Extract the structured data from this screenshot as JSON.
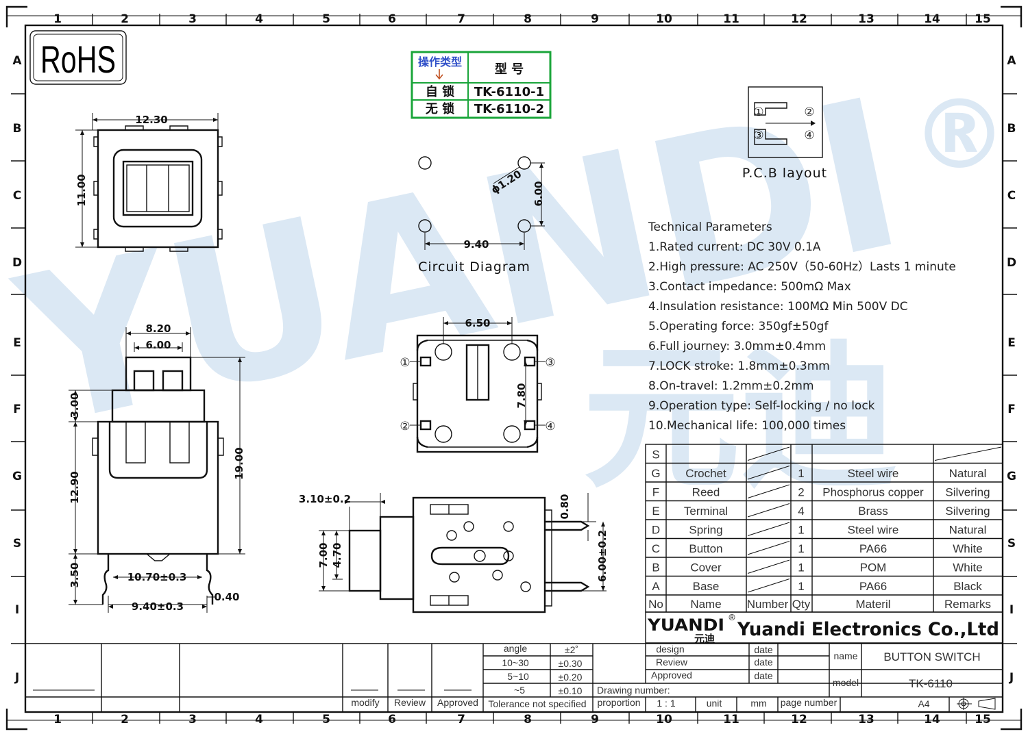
{
  "grid": {
    "columns": [
      "1",
      "2",
      "3",
      "4",
      "5",
      "6",
      "7",
      "8",
      "9",
      "10",
      "11",
      "12",
      "13",
      "14",
      "15"
    ],
    "rows": [
      "A",
      "B",
      "C",
      "D",
      "E",
      "F",
      "G",
      "S",
      "I",
      "J"
    ]
  },
  "logo": {
    "rohs": "RoHS",
    "registered": "®"
  },
  "type_table": {
    "header_left": "操作类型",
    "header_right": "型  号",
    "rows": [
      {
        "type": "自 锁",
        "model": "TK-6110-1"
      },
      {
        "type": "无 锁",
        "model": "TK-6110-2"
      }
    ]
  },
  "pcb": {
    "pins": [
      "①",
      "②",
      "③",
      "④"
    ],
    "label": "P.C.B  layout"
  },
  "circuit": {
    "label": "Circuit  Diagram",
    "hole": "ϕ1.20",
    "width": "9.40",
    "height": "6.00"
  },
  "views": {
    "top": {
      "width": "12.30",
      "height": "11.00"
    },
    "side": {
      "w1": "8.20",
      "w2": "6.00",
      "h_top": "3.00",
      "h_body": "12.90",
      "h_total": "19.00",
      "h_leg": "3.50",
      "span": "10.70±0.3",
      "pitch": "9.40±0.3",
      "leg": "0.40"
    },
    "bottom": {
      "width": "6.50",
      "height": "7.80",
      "pins": [
        "①",
        "②",
        "③",
        "④"
      ]
    },
    "profile": {
      "stroke": "3.10±0.2",
      "h1": "7.00",
      "h2": "4.70",
      "pin": "0.80",
      "pitch": "6.00±0.2"
    }
  },
  "tech": {
    "title": "Technical Parameters",
    "items": [
      "1.Rated current: DC 30V 0.1A",
      "2.High pressure: AC 250V（50-60Hz）Lasts 1 minute",
      "3.Contact impedance: 500mΩ Max",
      "4.Insulation resistance: 100MΩ Min 500V DC",
      "5.Operating force: 350gf±50gf",
      "6.Full journey: 3.0mm±0.4mm",
      "7.LOCK stroke: 1.8mm±0.3mm",
      "8.On-travel: 1.2mm±0.2mm",
      "9.Operation type: Self-locking / no lock",
      "10.Mechanical life: 100,000 times"
    ]
  },
  "bom": {
    "headers": {
      "no": "No",
      "name": "Name",
      "number": "Number",
      "qty": "Qty",
      "material": "Materil",
      "remarks": "Remarks"
    },
    "rows": [
      {
        "no": "S",
        "name": "",
        "qty": "",
        "material": "",
        "remarks": ""
      },
      {
        "no": "G",
        "name": "Crochet",
        "qty": "1",
        "material": "Steel wire",
        "remarks": "Natural"
      },
      {
        "no": "F",
        "name": "Reed",
        "qty": "2",
        "material": "Phosphorus copper",
        "remarks": "Silvering"
      },
      {
        "no": "E",
        "name": "Terminal",
        "qty": "4",
        "material": "Brass",
        "remarks": "Silvering"
      },
      {
        "no": "D",
        "name": "Spring",
        "qty": "1",
        "material": "Steel wire",
        "remarks": "Natural"
      },
      {
        "no": "C",
        "name": "Button",
        "qty": "1",
        "material": "PA66",
        "remarks": "White"
      },
      {
        "no": "B",
        "name": "Cover",
        "qty": "1",
        "material": "POM",
        "remarks": "White"
      },
      {
        "no": "A",
        "name": "Base",
        "qty": "1",
        "material": "PA66",
        "remarks": "Black"
      }
    ]
  },
  "company": {
    "brand": "YUANDI",
    "brand_cn": "元迪",
    "name": "Yuandi Electronics Co.,Ltd"
  },
  "title_block": {
    "design": "design",
    "review": "Review",
    "approved": "Approved",
    "date": "date",
    "name_label": "name",
    "name_value": "BUTTON SWITCH",
    "model_label": "model",
    "model_value": "TK-6110",
    "drawing_number": "Drawing number:",
    "proportion": "proportion",
    "scale": "1 : 1",
    "unit": "unit",
    "unit_value": "mm",
    "page_number": "page number",
    "size": "A4",
    "tol_angle": "angle",
    "tol_angle_v": "±2˚",
    "tol_r1": "10~30",
    "tol_r1_v": "±0.30",
    "tol_r2": "5~10",
    "tol_r2_v": "±0.20",
    "tol_r3": "~5",
    "tol_r3_v": "±0.10",
    "tol_note": "Tolerance not specified",
    "modify": "modify",
    "review2": "Review",
    "approved2": "Approved"
  },
  "watermark": {
    "text": "YUANDI",
    "text_cn": "元迪"
  }
}
